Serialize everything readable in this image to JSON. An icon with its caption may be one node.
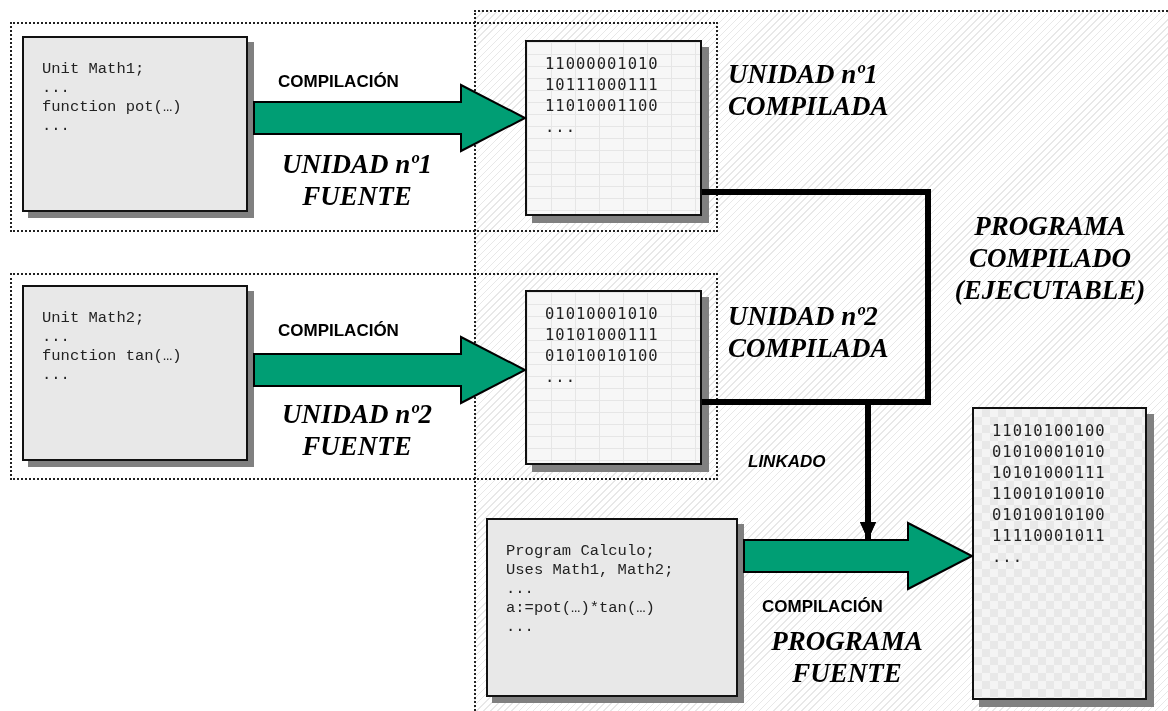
{
  "diagram": {
    "nodes": [
      {
        "text": [],
        "shape": "box"
      },
      {
        "text": [
          "Unit Math1;",
          "...",
          "function pot(…)",
          "..."
        ],
        "in": 0,
        "beside": [
          "UNIDAD nº1 FUENTE"
        ]
      },
      {
        "text": [
          "11000001010",
          "10111000111",
          "11010001100",
          "..."
        ],
        "beside": [
          "UNIDAD nº1 COMPILADA"
        ]
      },
      {
        "text": [],
        "shape": "box"
      },
      {
        "text": [
          "Unit Math2;",
          "...",
          "function tan(…)",
          "..."
        ],
        "in": 3,
        "beside": [
          "UNIDAD nº2 FUENTE"
        ]
      },
      {
        "text": [
          "01010001010",
          "10101000111",
          "01010010100",
          "..."
        ],
        "beside": [
          "UNIDAD nº2 COMPILADA"
        ]
      },
      {
        "text": [],
        "shape": "box"
      },
      {
        "text": [
          "Program Calculo;",
          "Uses Math1, Math2;",
          "...",
          "a:=pot(…)*tan(…)",
          "..."
        ],
        "in": 6,
        "beside": [
          "PROGRAMA FUENTE"
        ]
      },
      {
        "text": [
          "11010100100",
          "01010001010",
          "10101000111",
          "11001010010",
          "01010010100",
          "11110001011",
          "..."
        ],
        "in": 6,
        "beside": [
          "PROGRAMA COMPILADO (EJECUTABLE)"
        ]
      }
    ],
    "edges": [
      {
        "from": 1,
        "to": 2,
        "arrow": "to",
        "label": "COMPILACIÓN",
        "style": "thick",
        "color": "#009e74"
      },
      {
        "from": 4,
        "to": 5,
        "arrow": "to",
        "label": "COMPILACIÓN",
        "style": "thick",
        "color": "#009e74"
      },
      {
        "from": 7,
        "to": 8,
        "arrow": "to",
        "label": "COMPILACIÓN",
        "style": "thick",
        "color": "#009e74"
      },
      {
        "from": 2,
        "to": null,
        "arrow": "to"
      },
      {
        "from": 5,
        "to": null,
        "arrow": "to",
        "label": "LINKADO"
      }
    ]
  }
}
